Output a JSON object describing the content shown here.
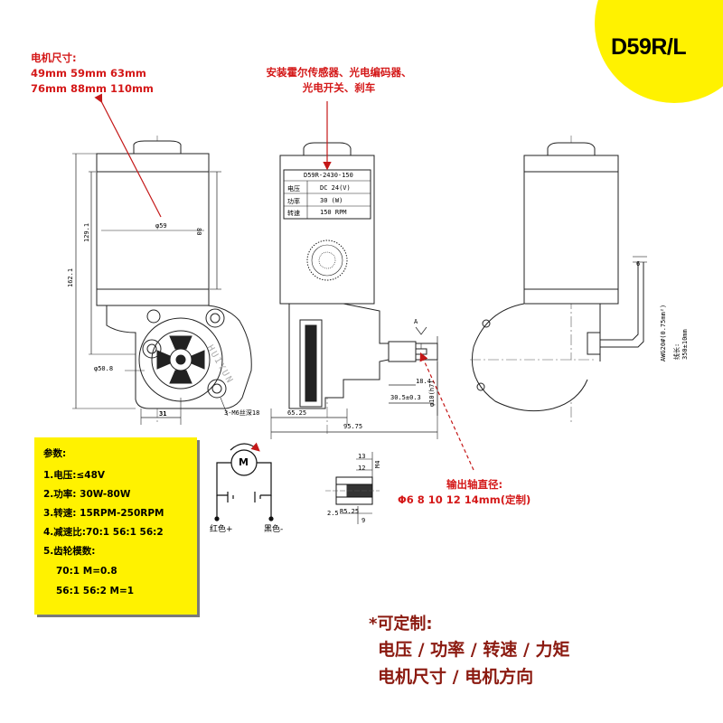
{
  "model": "D59R/L",
  "size_note": {
    "title": "电机尺寸:",
    "line1": "49mm 59mm 63mm",
    "line2": "76mm 88mm 110mm"
  },
  "sensor_note": {
    "line1": "安装霍尔传感器、光电编码器、",
    "line2": "光电开关、刹车"
  },
  "shaft_note": {
    "title": "输出轴直径:",
    "values": "Φ6 8 10 12 14mm(定制)"
  },
  "nameplate": {
    "title": "D59R-2430-150",
    "rows": [
      {
        "label": "电压",
        "value": "DC 24(V)"
      },
      {
        "label": "功率",
        "value": "30 (W)"
      },
      {
        "label": "转速",
        "value": "150 RPM"
      }
    ]
  },
  "dimensions": {
    "dia59": "φ59",
    "len80": "80",
    "len129": "129.1",
    "len162": "162.1",
    "dia50": "φ50.8",
    "w31": "31",
    "holes": "3-M6丝深18",
    "w65": "65.25",
    "w95": "95.75",
    "d18": "18.4",
    "d30": "30.5±0.3",
    "shaft": "φ10(h7)",
    "sectionA": "A",
    "awg": "AWG20#(0.75mm²)",
    "wire_len": "线长: 350±10mm",
    "wire_w": "6",
    "sec_13": "13",
    "sec_12": "12",
    "sec_m4": "M4",
    "sec_25": "2.5",
    "sec_r": "R5.25",
    "sec_9": "9"
  },
  "watermark": "HUIYUN",
  "wiring": {
    "motor": "M",
    "red": "红色+",
    "black": "黑色-"
  },
  "specs": {
    "title": "参数:",
    "items": [
      "1.电压:≤48V",
      "2.功率: 30W-80W",
      "3.转速: 15RPM-250RPM",
      "4.减速比:70:1 56:1 56:2",
      "5.齿轮模数:",
      "70:1  M=0.8",
      "56:1  56:2   M=1"
    ]
  },
  "custom": {
    "title": "*可定制:",
    "line1": "电压 / 功率 / 转速 / 力矩",
    "line2": "电机尺寸 / 电机方向"
  },
  "colors": {
    "accent_yellow": "#fff200",
    "note_red": "#d41818",
    "custom_dark_red": "#8b1a10"
  }
}
